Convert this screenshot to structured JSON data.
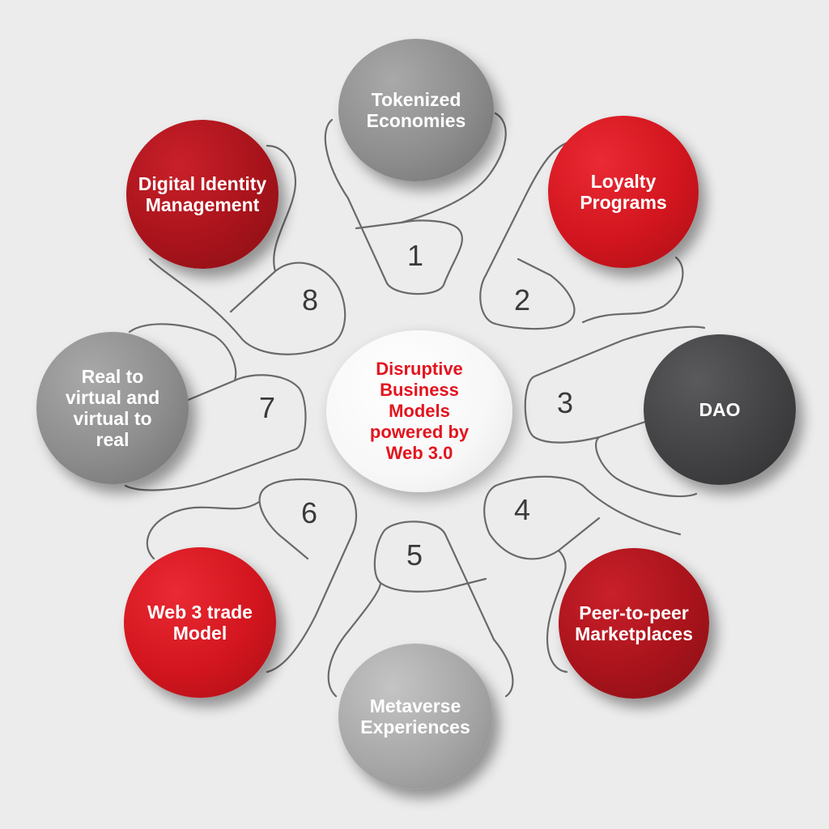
{
  "center": {
    "label": "Disruptive Business Models powered by Web 3.0"
  },
  "nodes": [
    {
      "number": "1",
      "label": "Tokenized Economies"
    },
    {
      "number": "2",
      "label": "Loyalty Programs"
    },
    {
      "number": "3",
      "label": "DAO"
    },
    {
      "number": "4",
      "label": "Peer-to-peer Marketplaces"
    },
    {
      "number": "5",
      "label": "Metaverse Experiences"
    },
    {
      "number": "6",
      "label": "Web 3 trade Model"
    },
    {
      "number": "7",
      "label": "Real to virtual and virtual to real"
    },
    {
      "number": "8",
      "label": "Digital Identity Management"
    }
  ],
  "colors": {
    "background": "#ececec",
    "red": "#d2151e",
    "dark_red": "#a9131b",
    "gray": "#8d8d8d",
    "dark_gray": "#424244",
    "center_text": "#e3141e",
    "lines": "#6a6a6a"
  }
}
